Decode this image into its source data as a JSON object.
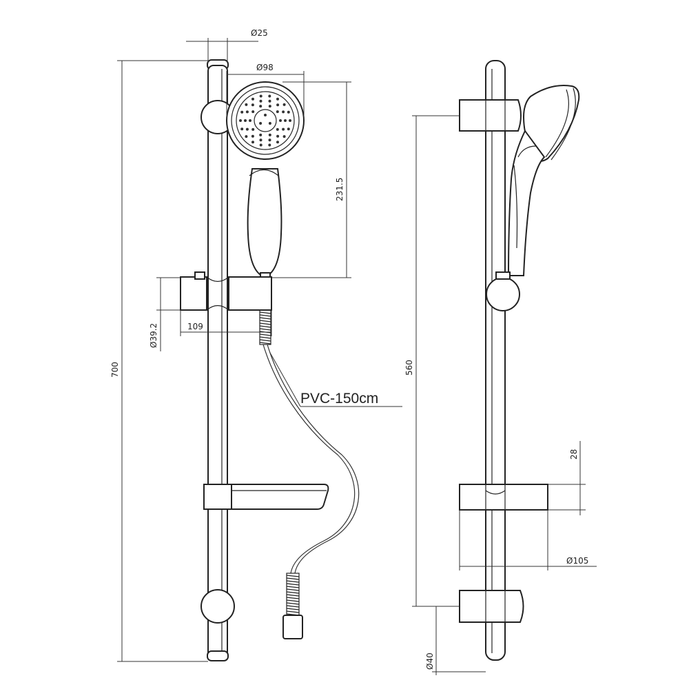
{
  "dimensions": {
    "rail_diameter": "Ø25",
    "head_diameter": "Ø98",
    "handset_length": "231.5",
    "slider_diameter": "Ø39.2",
    "slider_depth": "109",
    "total_height": "700",
    "bracket_spacing": "560",
    "dish_height": "28",
    "dish_diameter": "Ø105",
    "bracket_diameter": "Ø40"
  },
  "labels": {
    "hose": "PVC-150cm"
  },
  "colors": {
    "line": "#222222",
    "background": "#ffffff"
  }
}
